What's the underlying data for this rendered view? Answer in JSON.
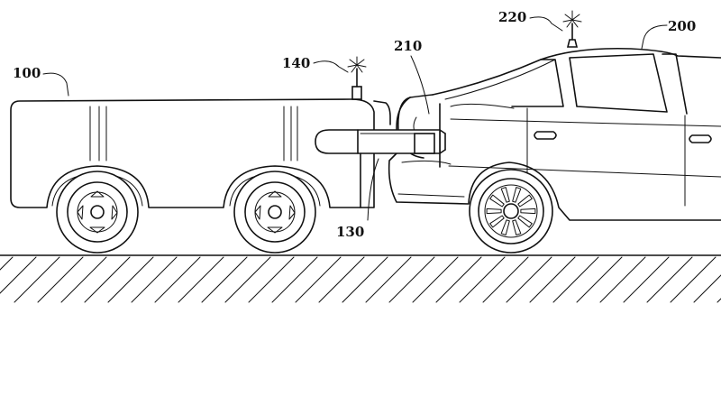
{
  "figure": {
    "labels": {
      "trailer": "100",
      "connector": "130",
      "trailer_antenna": "140",
      "car": "200",
      "car_port": "210",
      "car_antenna": "220"
    }
  }
}
